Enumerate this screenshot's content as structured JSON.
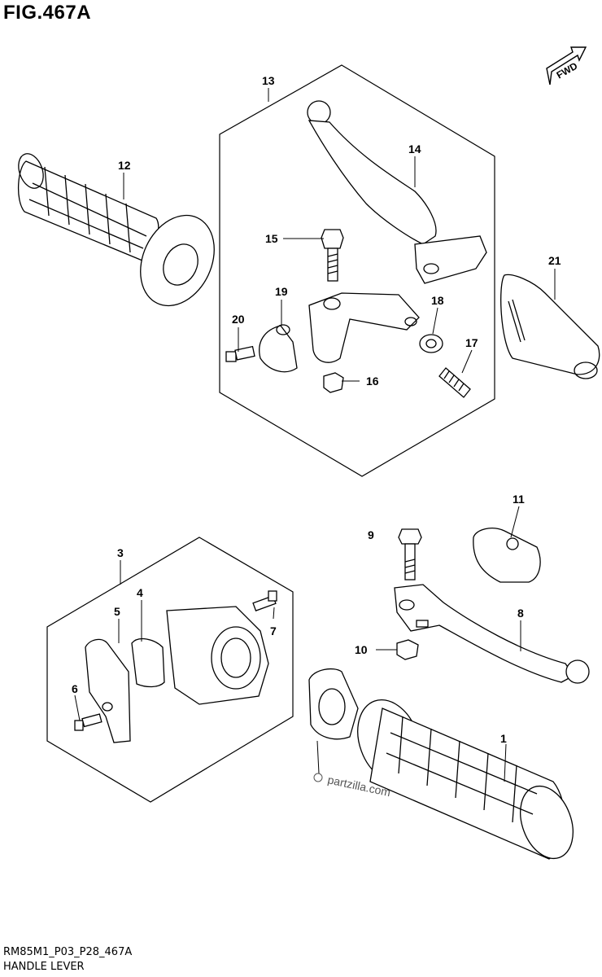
{
  "figure": {
    "title": "FIG.467A",
    "drawing_code": "RM85M1_P03_P28_467A",
    "caption": "HANDLE LEVER",
    "direction_label": "FWD",
    "watermark": "partzilla.com"
  },
  "callouts": {
    "c1": "1",
    "c3": "3",
    "c4": "4",
    "c5": "5",
    "c6": "6",
    "c7": "7",
    "c8": "8",
    "c9": "9",
    "c10": "10",
    "c11": "11",
    "c12": "12",
    "c13": "13",
    "c14": "14",
    "c15": "15",
    "c16": "16",
    "c17": "17",
    "c18": "18",
    "c19": "19",
    "c20": "20",
    "c21": "21"
  },
  "parts": {
    "p1": "right-grip-icon",
    "p3": "throttle-assembly-group",
    "p4": "throttle-drum-icon",
    "p5": "throttle-cover-plate-icon",
    "p6": "screw-icon",
    "p7": "bolt-icon",
    "p8": "clutch-lever-icon",
    "p9": "lever-bolt-icon",
    "p10": "lever-nut-icon",
    "p11": "lever-boot-icon",
    "p12": "left-grip-icon",
    "p13": "brake-lever-assembly-group",
    "p14": "brake-lever-icon",
    "p15": "pivot-bolt-icon",
    "p16": "spacer-nut-icon",
    "p17": "adjuster-icon",
    "p18": "locknut-icon",
    "p19": "clamp-icon",
    "p20": "clamp-bolt-icon",
    "p21": "lever-cover-icon"
  }
}
